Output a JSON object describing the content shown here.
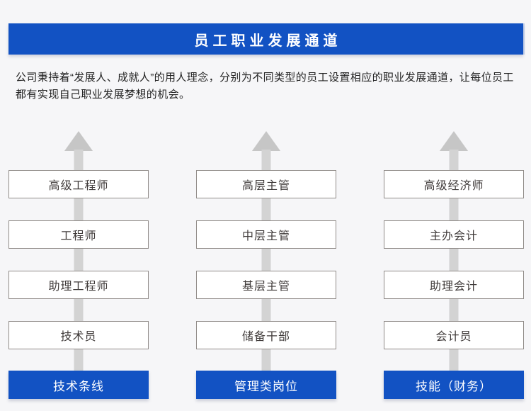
{
  "header": {
    "title": "员工职业发展通道"
  },
  "intro": {
    "text": "公司秉持着“发展人、成就人”的用人理念，分别为不同类型的员工设置相应的职业发展通道，让每位员工都有实现自己职业发展梦想的机会。"
  },
  "diagram": {
    "columns": [
      {
        "category": "技术条线",
        "levels_top_to_bottom": [
          "高级工程师",
          "工程师",
          "助理工程师",
          "技术员"
        ]
      },
      {
        "category": "管理类岗位",
        "levels_top_to_bottom": [
          "高层主管",
          "中层主管",
          "基层主管",
          "储备干部"
        ]
      },
      {
        "category": "技能（财务）",
        "levels_top_to_bottom": [
          "高级经济师",
          "主办会计",
          "助理会计",
          "会计员"
        ]
      }
    ]
  },
  "colors": {
    "accent_blue": "#1252c3",
    "arrow_gray": "#c6c6c6",
    "shaft_gray": "#d3d3d3",
    "box_border": "#908b88",
    "box_text": "#3f3a39",
    "background": "#f6f6f8"
  }
}
